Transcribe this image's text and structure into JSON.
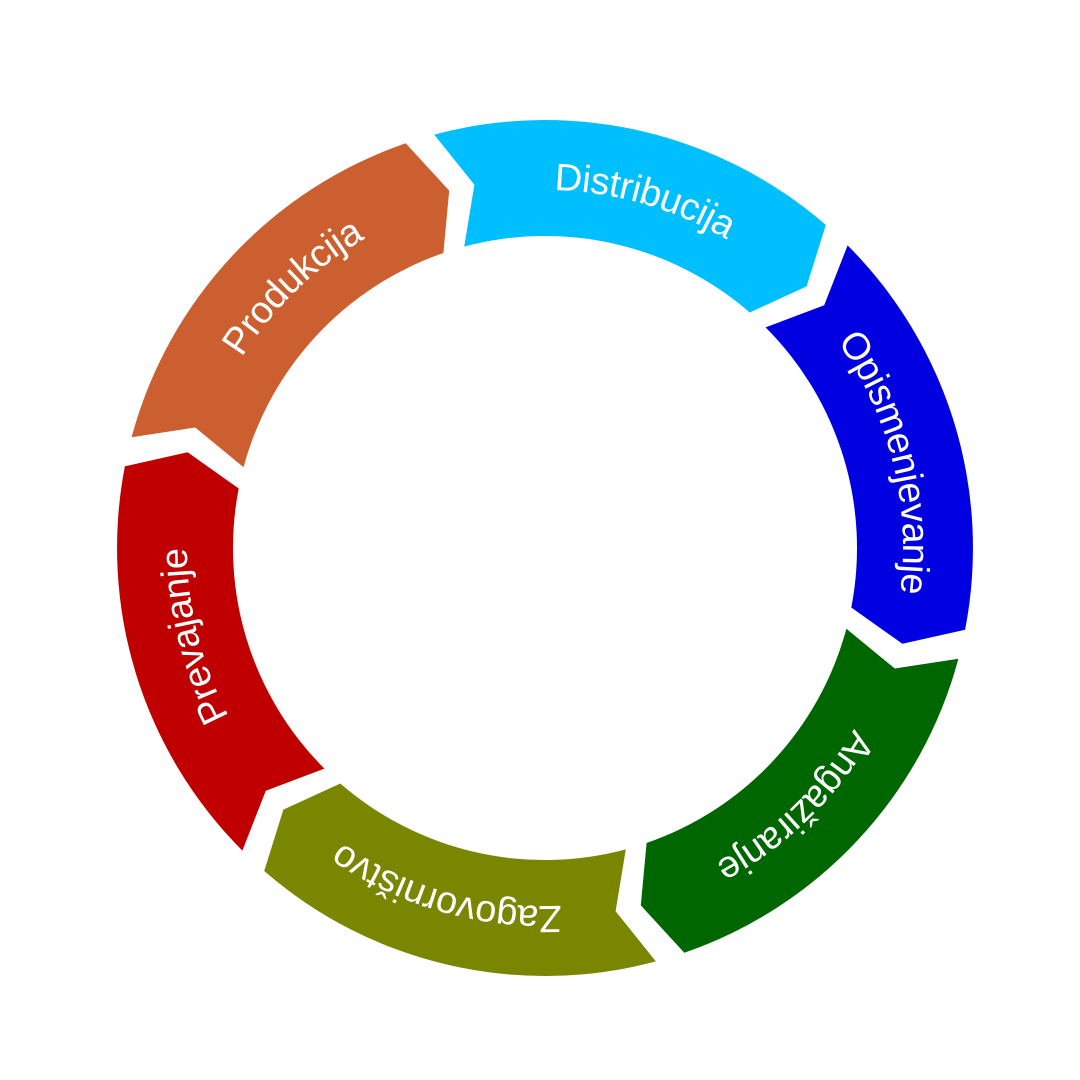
{
  "cycle": {
    "segments": [
      {
        "id": "opismenjevanje",
        "label": "Opismenjevanje",
        "color": "#0000E0"
      },
      {
        "id": "angaziranje",
        "label": "Angažiranje",
        "color": "#006600"
      },
      {
        "id": "zagovornistvo",
        "label": "Zagovorništvo",
        "color": "#7A8500"
      },
      {
        "id": "prevajanje",
        "label": "Prevajanje",
        "color": "#C00000"
      },
      {
        "id": "produkcija",
        "label": "Produkcija",
        "color": "#CC5F30"
      },
      {
        "id": "distribucija",
        "label": "Distribucija",
        "color": "#00BFFF"
      }
    ]
  }
}
